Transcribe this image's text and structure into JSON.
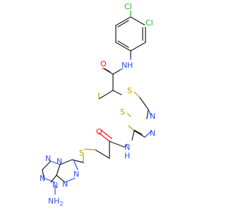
{
  "molecule": {
    "atoms": {
      "cl_a": "Cl",
      "cl_b": "Cl",
      "n_amide_top": "N",
      "h_amide_top": "H",
      "o_top": "O",
      "s_thioether_top": "S",
      "s_thiadiazole": "S",
      "n_thiadiazole_a": "N",
      "n_thiadiazole_b": "N",
      "n_amide_bottom": "N",
      "h_amide_bottom": "H",
      "o_bottom": "O",
      "s_thioether_bottom": "S",
      "n_tri_a": "N",
      "n_tri_b": "N",
      "n_tri_c": "N",
      "n_tri_d": "N",
      "n_tri_e": "N",
      "n_tri_f": "N",
      "nh2": "NH",
      "nh2_sub": "2"
    },
    "colors": {
      "carbon_bond": "#1a1a1a",
      "nitrogen": "#3050f8",
      "oxygen": "#ff0d0d",
      "sulfur": "#b8a000",
      "chlorine": "#1fb01f"
    }
  }
}
